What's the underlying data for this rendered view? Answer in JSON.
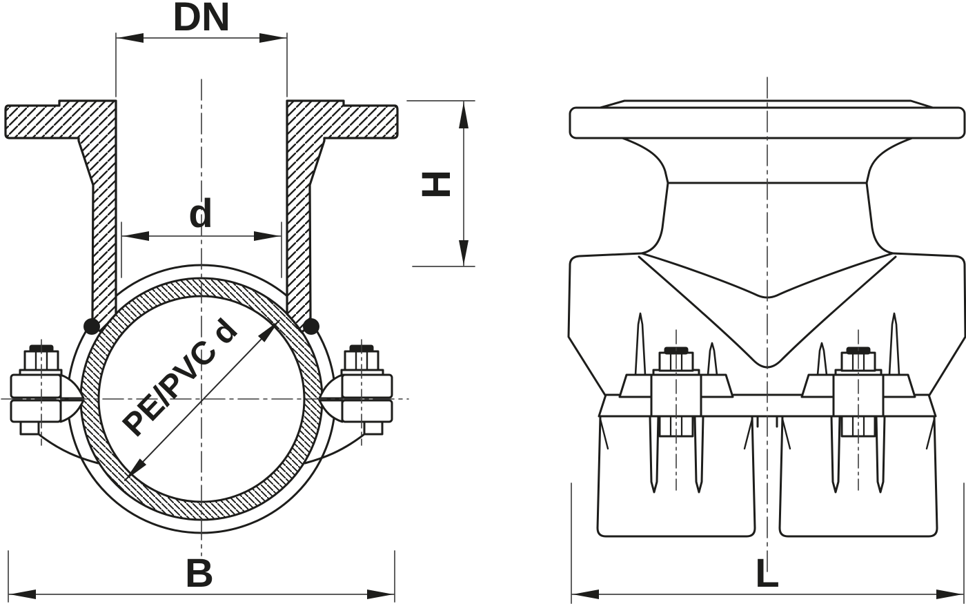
{
  "page": {
    "background": "#ffffff"
  },
  "drawing": {
    "line_color": "#1d1d1b",
    "dim_color": "#444444",
    "labels": {
      "dn": "DN",
      "d": "d",
      "h": "H",
      "b": "B",
      "l": "L",
      "pipe_material": "PE/PVC d"
    }
  }
}
